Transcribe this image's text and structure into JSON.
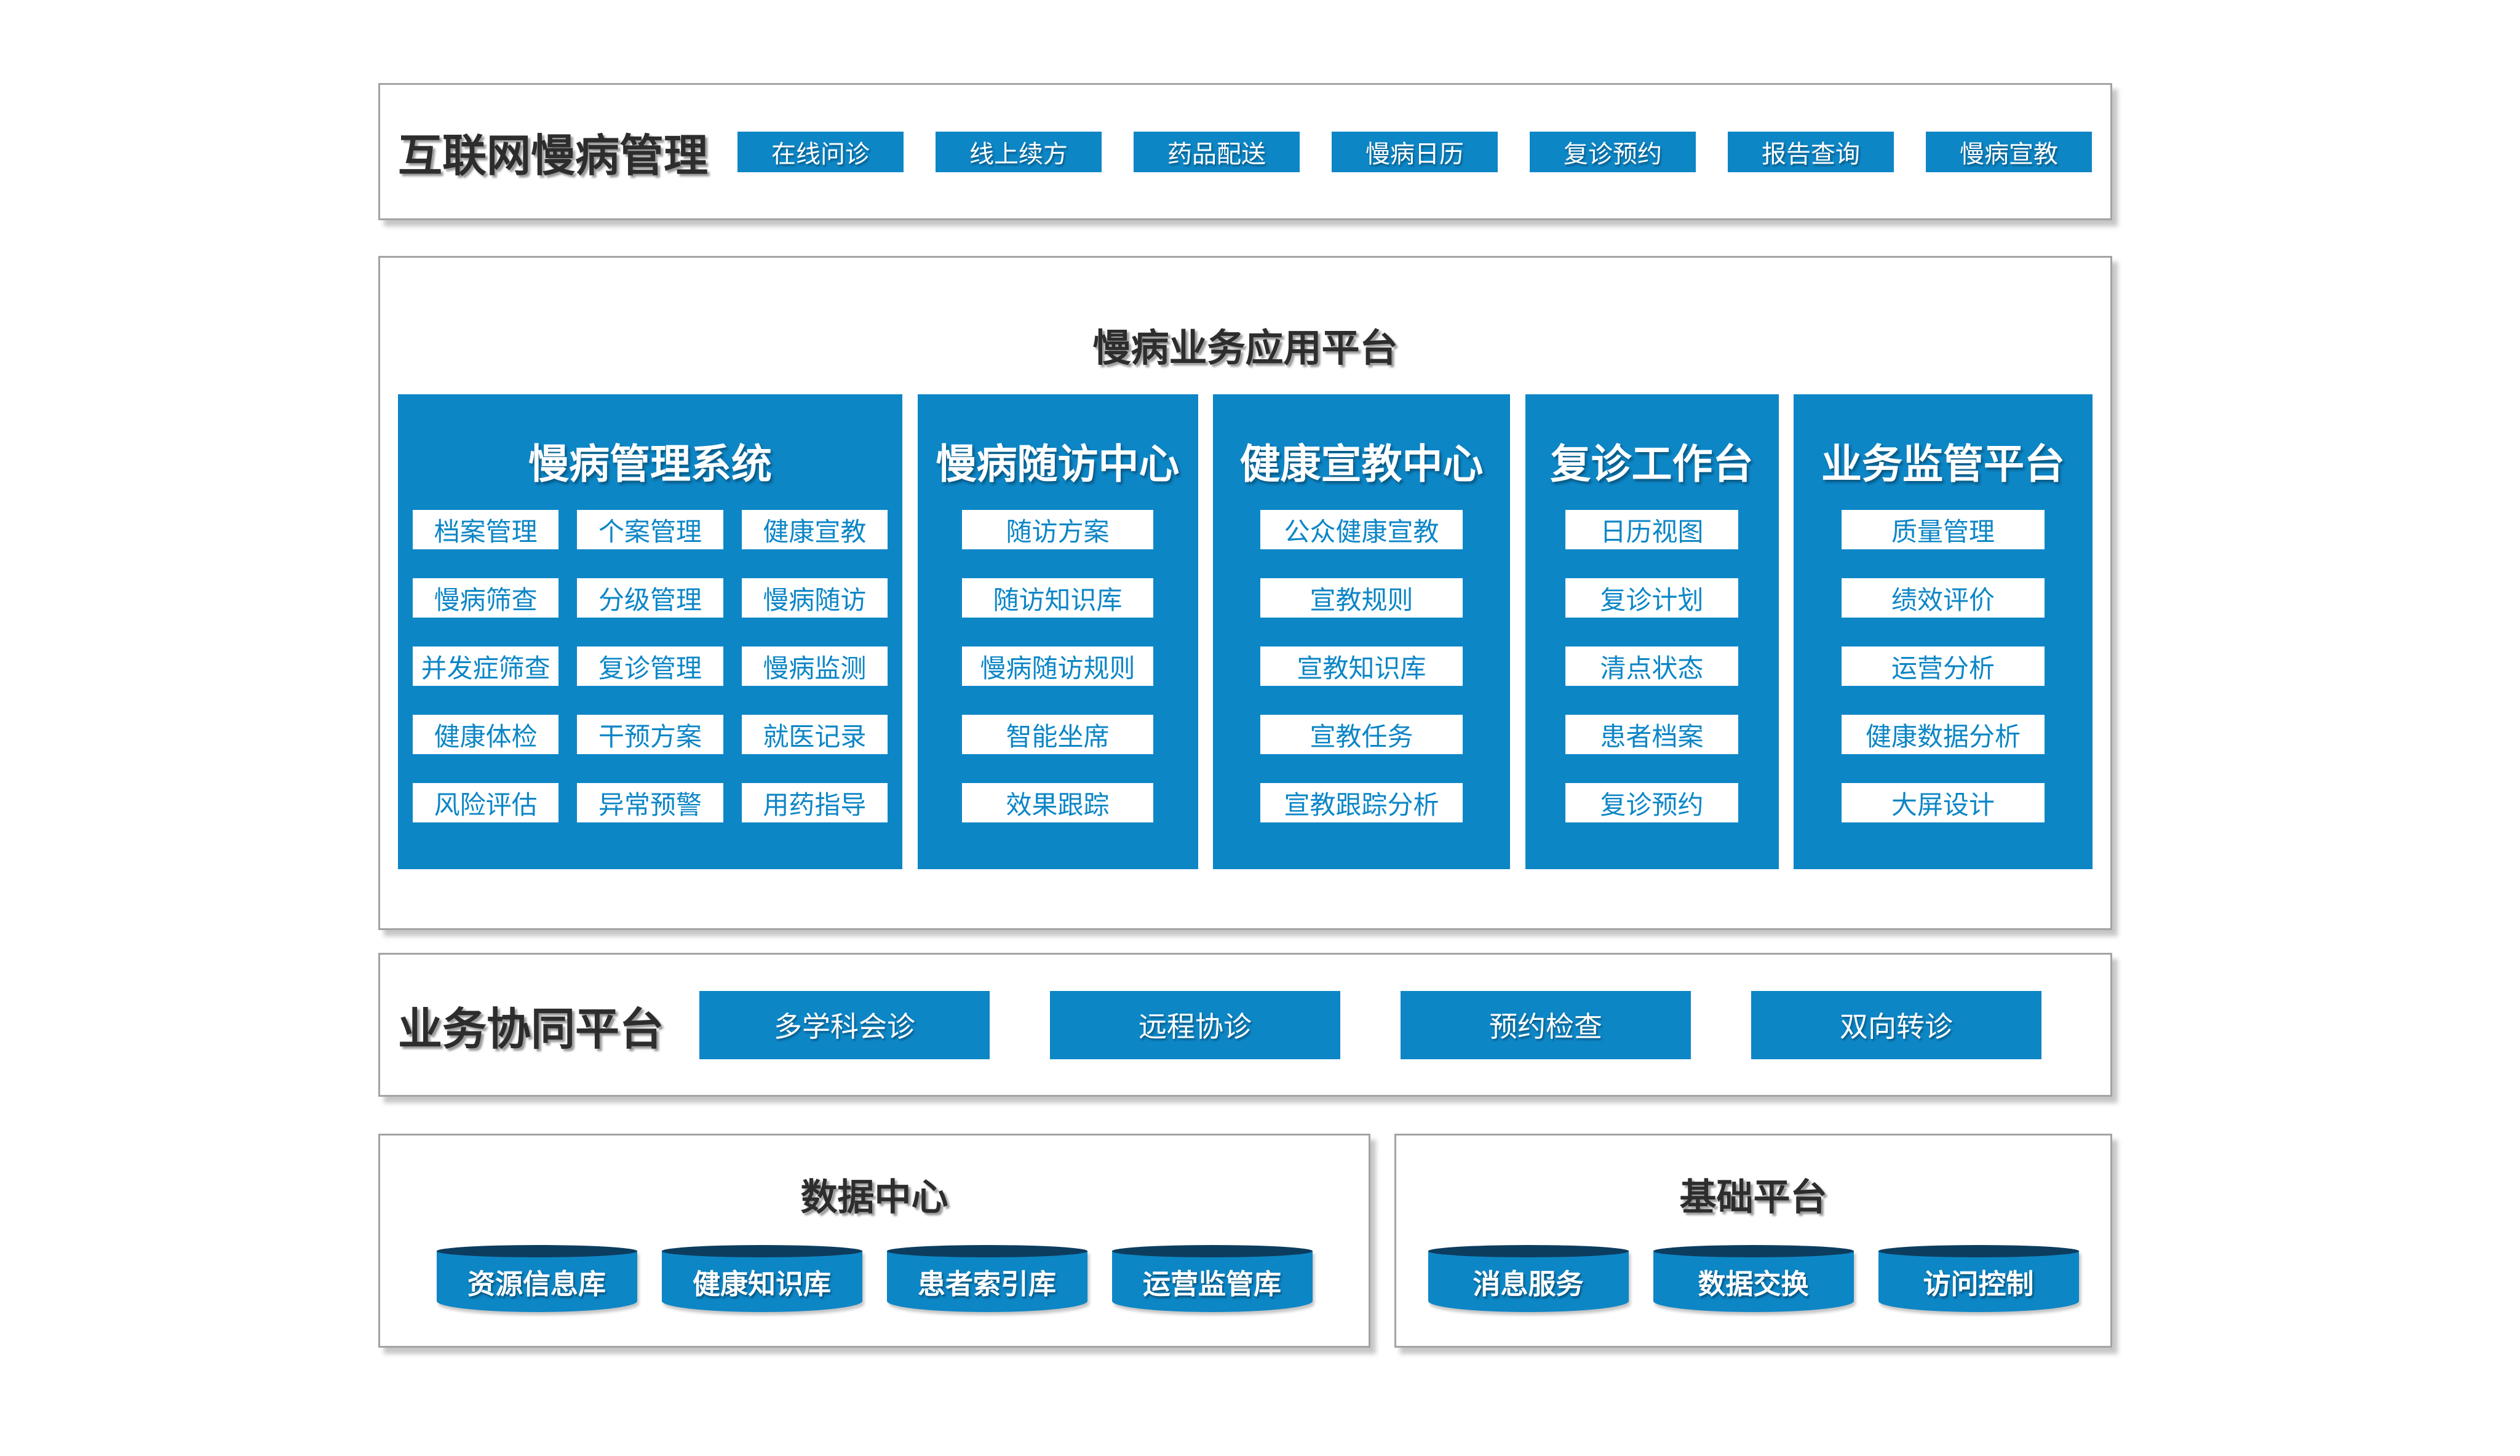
{
  "colors": {
    "accent_blue": "#0d86c6",
    "cylinder_top": "#0c3d5e",
    "heading_text": "#2d2d2d",
    "box_border": "#a3a3a3"
  },
  "top_bar": {
    "title": "互联网慢病管理",
    "buttons": [
      "在线问诊",
      "线上续方",
      "药品配送",
      "慢病日历",
      "复诊预约",
      "报告查询",
      "慢病宣教"
    ]
  },
  "app_platform": {
    "title": "慢病业务应用平台",
    "panels": [
      {
        "title": "慢病管理系统",
        "columns": 3,
        "items": [
          "档案管理",
          "个案管理",
          "健康宣教",
          "慢病筛查",
          "分级管理",
          "慢病随访",
          "并发症筛查",
          "复诊管理",
          "慢病监测",
          "健康体检",
          "干预方案",
          "就医记录",
          "风险评估",
          "异常预警",
          "用药指导"
        ]
      },
      {
        "title": "慢病随访中心",
        "columns": 1,
        "items": [
          "随访方案",
          "随访知识库",
          "慢病随访规则",
          "智能坐席",
          "效果跟踪"
        ]
      },
      {
        "title": "健康宣教中心",
        "columns": 1,
        "items": [
          "公众健康宣教",
          "宣教规则",
          "宣教知识库",
          "宣教任务",
          "宣教跟踪分析"
        ]
      },
      {
        "title": "复诊工作台",
        "columns": 1,
        "items": [
          "日历视图",
          "复诊计划",
          "清点状态",
          "患者档案",
          "复诊预约"
        ]
      },
      {
        "title": "业务监管平台",
        "columns": 1,
        "items": [
          "质量管理",
          "绩效评价",
          "运营分析",
          "健康数据分析",
          "大屏设计"
        ]
      }
    ]
  },
  "collaboration_platform": {
    "title": "业务协同平台",
    "buttons": [
      "多学科会诊",
      "远程协诊",
      "预约检查",
      "双向转诊"
    ]
  },
  "data_center": {
    "title": "数据中心",
    "cylinders": [
      "资源信息库",
      "健康知识库",
      "患者索引库",
      "运营监管库"
    ]
  },
  "base_platform": {
    "title": "基础平台",
    "cylinders": [
      "消息服务",
      "数据交换",
      "访问控制"
    ]
  }
}
